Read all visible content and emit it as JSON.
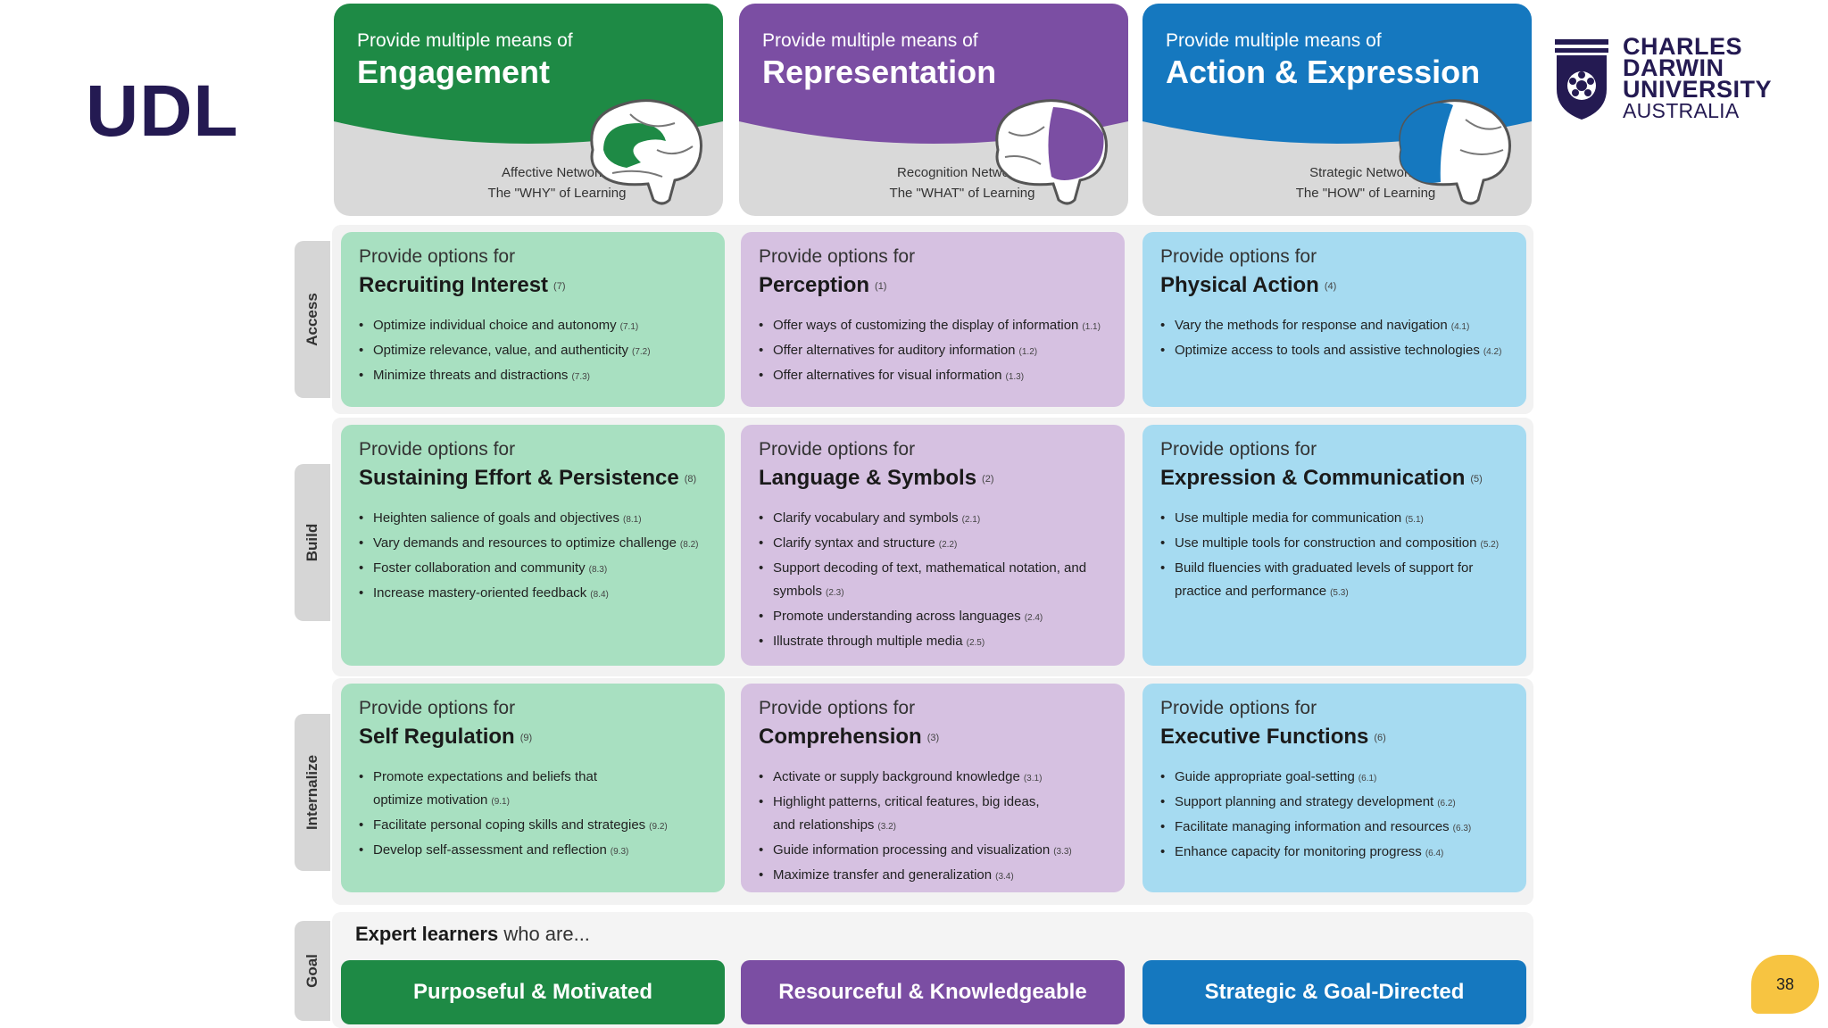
{
  "slide": {
    "title": "UDL",
    "page_number": "38"
  },
  "logo": {
    "lines": [
      "CHARLES",
      "DARWIN",
      "UNIVERSITY",
      "AUSTRALIA"
    ]
  },
  "colors": {
    "engagement": "#1e8a45",
    "representation": "#7b4ea3",
    "action": "#1578bf",
    "title": "#241a52"
  },
  "columns": [
    {
      "kicker": "Provide multiple means of",
      "title": "Engagement",
      "network": "Affective Networks",
      "question": "The \"WHY\" of Learning",
      "icon": "brain-icon"
    },
    {
      "kicker": "Provide multiple means of",
      "title": "Representation",
      "network": "Recognition Networks",
      "question": "The \"WHAT\" of Learning",
      "icon": "brain-icon"
    },
    {
      "kicker": "Provide multiple means of",
      "title": "Action & Expression",
      "network": "Strategic Networks",
      "question": "The \"HOW\" of Learning",
      "icon": "brain-icon"
    }
  ],
  "rows": [
    {
      "label": "Access",
      "cells": [
        {
          "intro": "Provide options for",
          "topic": "Recruiting Interest",
          "guideline": "(7)",
          "items": [
            {
              "text": "Optimize individual choice and autonomy",
              "cp": "(7.1)"
            },
            {
              "text": "Optimize relevance, value, and authenticity",
              "cp": "(7.2)"
            },
            {
              "text": "Minimize threats and distractions",
              "cp": "(7.3)"
            }
          ]
        },
        {
          "intro": "Provide options for",
          "topic": "Perception",
          "guideline": "(1)",
          "items": [
            {
              "text": "Offer ways of customizing the display of information",
              "cp": "(1.1)"
            },
            {
              "text": "Offer alternatives for auditory information",
              "cp": "(1.2)"
            },
            {
              "text": "Offer alternatives for visual information",
              "cp": "(1.3)"
            }
          ]
        },
        {
          "intro": "Provide options for",
          "topic": "Physical Action",
          "guideline": "(4)",
          "items": [
            {
              "text": "Vary the methods for response and navigation",
              "cp": "(4.1)"
            },
            {
              "text": "Optimize access to tools and assistive technologies",
              "cp": "(4.2)"
            }
          ]
        }
      ]
    },
    {
      "label": "Build",
      "cells": [
        {
          "intro": "Provide options for",
          "topic": "Sustaining Effort & Persistence",
          "guideline": "(8)",
          "items": [
            {
              "text": "Heighten salience of goals and objectives",
              "cp": "(8.1)"
            },
            {
              "text": "Vary demands and resources to optimize challenge",
              "cp": "(8.2)"
            },
            {
              "text": "Foster collaboration and community",
              "cp": "(8.3)"
            },
            {
              "text": "Increase mastery-oriented feedback",
              "cp": "(8.4)"
            }
          ]
        },
        {
          "intro": "Provide options for",
          "topic": "Language & Symbols",
          "guideline": "(2)",
          "items": [
            {
              "text": "Clarify vocabulary and symbols",
              "cp": "(2.1)"
            },
            {
              "text": "Clarify syntax and structure",
              "cp": "(2.2)"
            },
            {
              "text": "Support decoding of text, mathematical notation, and symbols",
              "cp": "(2.3)"
            },
            {
              "text": "Promote understanding across languages",
              "cp": "(2.4)"
            },
            {
              "text": "Illustrate through multiple media",
              "cp": "(2.5)"
            }
          ]
        },
        {
          "intro": "Provide options for",
          "topic": "Expression & Communication",
          "guideline": "(5)",
          "items": [
            {
              "text": "Use multiple media for communication",
              "cp": "(5.1)"
            },
            {
              "text": "Use multiple tools for construction and composition",
              "cp": "(5.2)"
            },
            {
              "text": "Build fluencies with graduated levels of support for practice and performance",
              "cp": "(5.3)"
            }
          ]
        }
      ]
    },
    {
      "label": "Internalize",
      "cells": [
        {
          "intro": "Provide options for",
          "topic": "Self Regulation",
          "guideline": "(9)",
          "items": [
            {
              "text": "Promote expectations and beliefs that optimize motivation",
              "cp": "(9.1)"
            },
            {
              "text": "Facilitate personal coping skills and strategies",
              "cp": "(9.2)"
            },
            {
              "text": "Develop self-assessment and reflection",
              "cp": "(9.3)"
            }
          ]
        },
        {
          "intro": "Provide options for",
          "topic": "Comprehension",
          "guideline": "(3)",
          "items": [
            {
              "text": "Activate or supply background knowledge",
              "cp": "(3.1)"
            },
            {
              "text": "Highlight patterns, critical features, big ideas, and relationships",
              "cp": "(3.2)"
            },
            {
              "text": "Guide information processing and visualization",
              "cp": "(3.3)"
            },
            {
              "text": "Maximize transfer and generalization",
              "cp": "(3.4)"
            }
          ]
        },
        {
          "intro": "Provide options for",
          "topic": "Executive Functions",
          "guideline": "(6)",
          "items": [
            {
              "text": "Guide appropriate goal-setting",
              "cp": "(6.1)"
            },
            {
              "text": "Support planning and strategy development",
              "cp": "(6.2)"
            },
            {
              "text": "Facilitate managing information and resources",
              "cp": "(6.3)"
            },
            {
              "text": "Enhance capacity for monitoring progress",
              "cp": "(6.4)"
            }
          ]
        }
      ]
    }
  ],
  "goal": {
    "label": "Goal",
    "intro_bold": "Expert learners",
    "intro_rest": " who are...",
    "outcomes": [
      "Purposeful & Motivated",
      "Resourceful & Knowledgeable",
      "Strategic & Goal-Directed"
    ]
  }
}
